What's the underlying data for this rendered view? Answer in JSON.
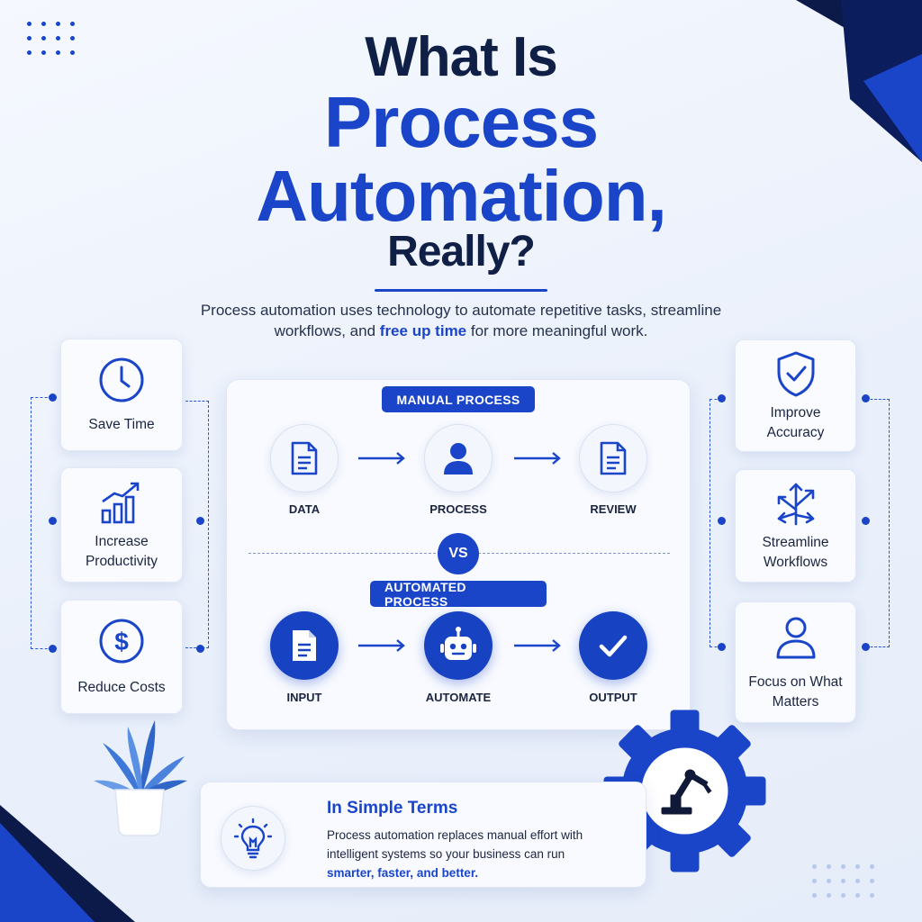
{
  "title": {
    "line1": "What Is",
    "line2": "Process",
    "line3": "Automation,",
    "line4": "Really?"
  },
  "description": {
    "text": "Process automation uses technology to automate repetitive tasks, streamline workflows, and ",
    "highlight": "free up time",
    "text_end": " for more meaningful work."
  },
  "left_benefits": [
    {
      "label": "Save Time",
      "icon": "clock-icon"
    },
    {
      "label": "Increase Productivity",
      "icon": "bar-chart-icon"
    },
    {
      "label": "Reduce Costs",
      "icon": "dollar-icon"
    }
  ],
  "right_benefits": [
    {
      "label": "Improve Accuracy",
      "icon": "shield-check-icon"
    },
    {
      "label": "Streamline Workflows",
      "icon": "arrows-icon"
    },
    {
      "label": "Focus on What Matters",
      "icon": "person-icon"
    }
  ],
  "manual_process": {
    "label": "MANUAL PROCESS",
    "steps": [
      {
        "label": "DATA",
        "icon": "document-icon"
      },
      {
        "label": "PROCESS",
        "icon": "person-icon"
      },
      {
        "label": "REVIEW",
        "icon": "document-icon"
      }
    ]
  },
  "vs_label": "VS",
  "automated_process": {
    "label": "AUTOMATED PROCESS",
    "steps": [
      {
        "label": "INPUT",
        "icon": "document-icon"
      },
      {
        "label": "AUTOMATE",
        "icon": "robot-icon"
      },
      {
        "label": "OUTPUT",
        "icon": "check-icon"
      }
    ]
  },
  "simple_terms": {
    "title": "In Simple Terms",
    "body": "Process automation replaces manual effort with intelligent systems so your business can run",
    "highlight": "smarter, faster, and better.",
    "icon": "lightbulb-icon"
  },
  "colors": {
    "primary": "#1a45c9",
    "dark_navy": "#0f1f45",
    "background": "#eef3fc"
  }
}
